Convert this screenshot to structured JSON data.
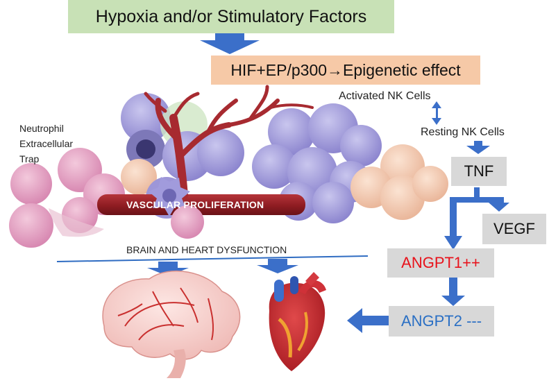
{
  "top_box": {
    "text": "Hypoxia and/or Stimulatory Factors"
  },
  "hif_box": {
    "text": "HIF+EP/p300→Epigenetic effect"
  },
  "labels": {
    "activated_nk": "Activated NK Cells",
    "resting_nk": "Resting NK Cells",
    "net_line1": "Neutrophil",
    "net_line2": "Extracellular",
    "net_line3": "Trap",
    "vascular": "VASCULAR PROLIFERATION",
    "dysfunction": "BRAIN AND HEART DYSFUNCTION"
  },
  "boxes": {
    "tnf": "TNF",
    "vegf": "VEGF",
    "angpt1": "ANGPT1++",
    "angpt2": "ANGPT2 ---"
  },
  "colors": {
    "arrow_blue": "#3b6fc9",
    "angpt1_red": "#e8121b",
    "angpt2_blue": "#2a6fc4",
    "vessel_red": "#8e1c22",
    "divider_blue": "#2f6cc2"
  }
}
